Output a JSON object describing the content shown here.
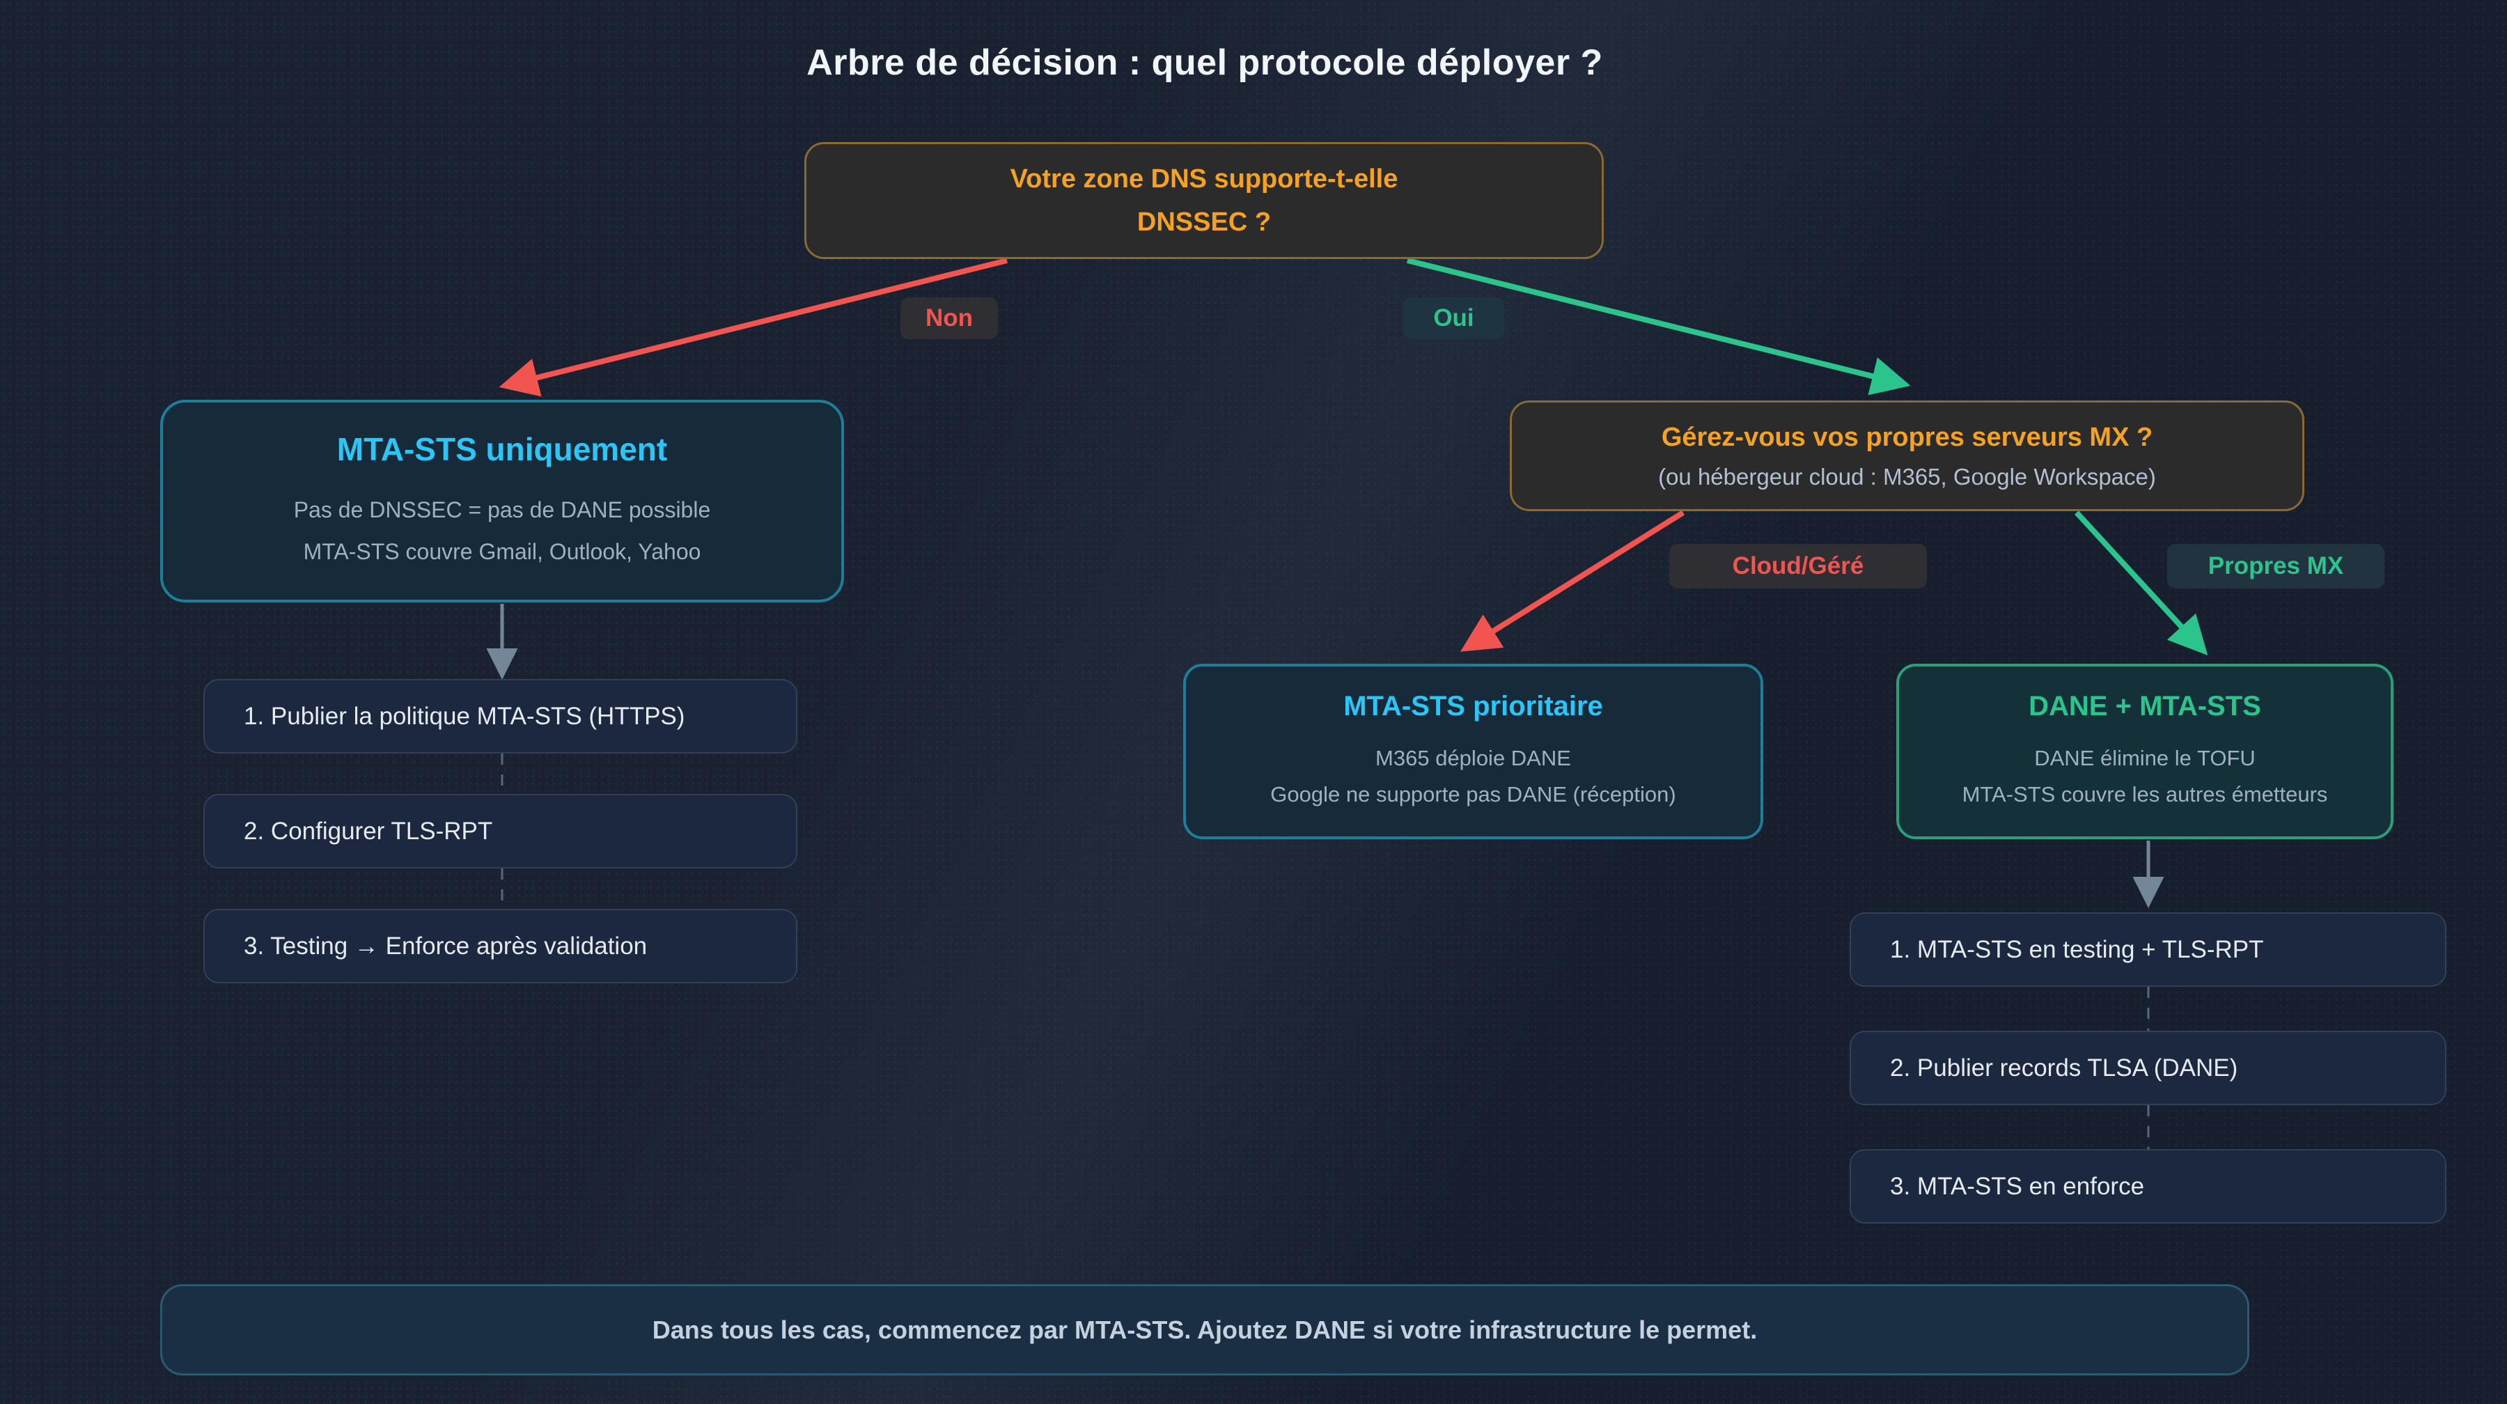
{
  "colors": {
    "page_bg": "#1a2232",
    "red": "#f2544f",
    "green": "#2bc48d",
    "cyan": "#29c6f7",
    "orange": "#f6a11f",
    "gold_border": "#8a6a2e",
    "teal_border": "#1b7f99",
    "green_border": "#27a17c",
    "gray_arrow": "#748799",
    "dashed_line": "#56687c",
    "step_bg": "#1b2840",
    "step_border": "#323f55",
    "step_text": "#e6ebf2",
    "muted_text": "#9fb0c2",
    "warm_box_bg": "#2b2b2b",
    "cyan_box_bg": "#162a3a",
    "green_box_bg": "#143038",
    "badge_neutral_bg": "#2e2e33",
    "badge_teal_bg": "#1e3440",
    "badge_green_bg": "#20333f",
    "footer_bg": "#1a2f44",
    "footer_border": "#2a5a6e",
    "footer_text": "#c6d1df",
    "title_text": "#f2f5f9",
    "sub_text": "#b3bfd2"
  },
  "title": "Arbre de décision : quel protocole déployer ?",
  "root_question": {
    "line1": "Votre zone DNS supporte-t-elle",
    "line2": "DNSSEC ?"
  },
  "branches": {
    "no": "Non",
    "yes": "Oui",
    "cloud": "Cloud/Géré",
    "own_mx": "Propres MX"
  },
  "nodes": {
    "mta_sts_only": {
      "title": "MTA-STS uniquement",
      "line1": "Pas de DNSSEC = pas de DANE possible",
      "line2": "MTA-STS couvre Gmail, Outlook, Yahoo"
    },
    "mx_question": {
      "title": "Gérez-vous vos propres serveurs MX ?",
      "subtitle": "(ou hébergeur cloud : M365, Google Workspace)"
    },
    "mta_sts_priority": {
      "title": "MTA-STS prioritaire",
      "line1": "M365 déploie DANE",
      "line2": "Google ne supporte pas DANE (réception)"
    },
    "dane_plus_mta_sts": {
      "title": "DANE + MTA-STS",
      "line1": "DANE élimine le TOFU",
      "line2": "MTA-STS couvre les autres émetteurs"
    }
  },
  "steps_left": [
    "1. Publier la politique MTA-STS (HTTPS)",
    "2. Configurer TLS-RPT",
    "3. Testing → Enforce après validation"
  ],
  "steps_right": [
    "1. MTA-STS en testing + TLS-RPT",
    "2. Publier records TLSA (DANE)",
    "3. MTA-STS en enforce"
  ],
  "footer": "Dans tous les cas, commencez par MTA-STS. Ajoutez DANE si votre infrastructure le permet."
}
